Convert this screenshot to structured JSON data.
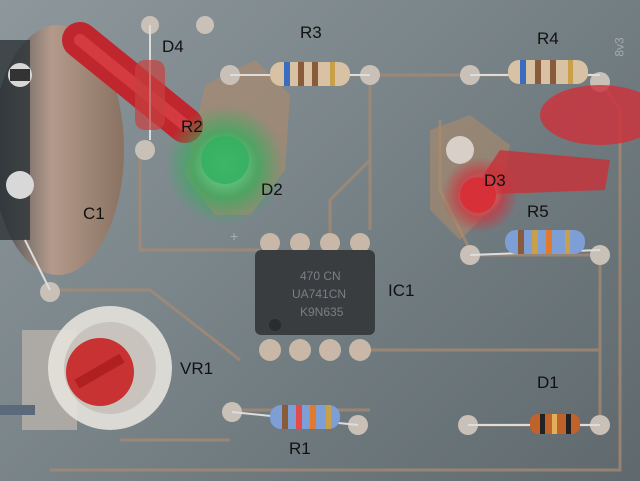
{
  "image": {
    "subject": "PCB",
    "labels": {
      "d4": "D4",
      "r3": "R3",
      "r4": "R4",
      "r2": "R2",
      "d2": "D2",
      "d3": "D3",
      "c1": "C1",
      "r5": "R5",
      "ic1": "IC1",
      "vr1": "VR1",
      "d1": "D1",
      "r1": "R1"
    },
    "board_print": {
      "corner_mark": "8v3",
      "polarity_plus": "+"
    },
    "colors": {
      "board": "#7f8a8f",
      "copper": "#b08a6a",
      "led_red": "#d0303a",
      "led_green": "#2fae5a",
      "ic_body": "#3a3d40",
      "capacitor_body": "#9a7a6a",
      "trimmer_knob": "#c83232"
    }
  }
}
